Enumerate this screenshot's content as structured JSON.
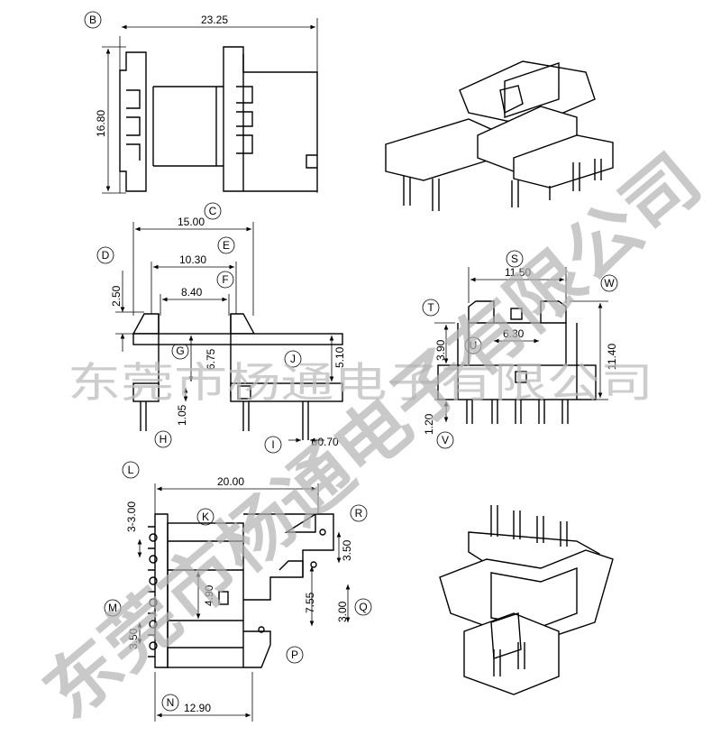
{
  "watermark": {
    "horizontal": "东莞市杨通电子有限公司",
    "diagonal": "东莞市杨通电子有限公司"
  },
  "views": {
    "top_view": {
      "label_B": "B",
      "width": "23.25",
      "height": "16.80"
    },
    "front_view": {
      "label_C": "C",
      "label_D": "D",
      "label_E": "E",
      "label_F": "F",
      "label_G": "G",
      "label_H": "H",
      "label_I": "I",
      "label_J": "J",
      "dim_C": "15.00",
      "dim_E": "10.30",
      "dim_F": "8.40",
      "dim_D": "2.50",
      "dim_G": "6.75",
      "dim_J": "5.10",
      "dim_H": "1.05",
      "dim_I": "ø0.70"
    },
    "side_view": {
      "label_S": "S",
      "label_T": "T",
      "label_U": "U",
      "label_V": "V",
      "label_W": "W",
      "dim_S": "11.50",
      "dim_U": "6.30",
      "dim_T": "3.90",
      "dim_W": "11.40",
      "dim_V": "1.20"
    },
    "bottom_view": {
      "label_K": "K",
      "label_L": "L",
      "label_M": "M",
      "label_N": "N",
      "label_P": "P",
      "label_Q": "Q",
      "label_R": "R",
      "dim_L": "3-3.00",
      "dim_width": "20.00",
      "dim_K": "4.90",
      "dim_M": "3.50",
      "dim_N": "12.90",
      "dim_R": "3.50",
      "dim_Q1": "7.55",
      "dim_Q2": "3.00"
    }
  }
}
